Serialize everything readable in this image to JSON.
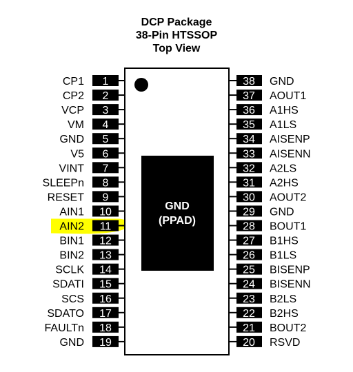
{
  "title": {
    "line1": "DCP Package",
    "line2": "38-Pin HTSSOP",
    "line3": "Top View"
  },
  "thermal_pad": {
    "line1": "GND",
    "line2": "(PPAD)"
  },
  "highlight_color": "#ffff00",
  "highlighted_pin": 11,
  "left_pins": [
    {
      "num": "1",
      "label": "CP1"
    },
    {
      "num": "2",
      "label": "CP2"
    },
    {
      "num": "3",
      "label": "VCP"
    },
    {
      "num": "4",
      "label": "VM"
    },
    {
      "num": "5",
      "label": "GND"
    },
    {
      "num": "6",
      "label": "V5"
    },
    {
      "num": "7",
      "label": "VINT"
    },
    {
      "num": "8",
      "label": "SLEEPn"
    },
    {
      "num": "9",
      "label": "RESET"
    },
    {
      "num": "10",
      "label": "AIN1"
    },
    {
      "num": "11",
      "label": "AIN2"
    },
    {
      "num": "12",
      "label": "BIN1"
    },
    {
      "num": "13",
      "label": "BIN2"
    },
    {
      "num": "14",
      "label": "SCLK"
    },
    {
      "num": "15",
      "label": "SDATI"
    },
    {
      "num": "16",
      "label": "SCS"
    },
    {
      "num": "17",
      "label": "SDATO"
    },
    {
      "num": "18",
      "label": "FAULTn"
    },
    {
      "num": "19",
      "label": "GND"
    }
  ],
  "right_pins": [
    {
      "num": "38",
      "label": "GND"
    },
    {
      "num": "37",
      "label": "AOUT1"
    },
    {
      "num": "36",
      "label": "A1HS"
    },
    {
      "num": "35",
      "label": "A1LS"
    },
    {
      "num": "34",
      "label": "AISENP"
    },
    {
      "num": "33",
      "label": "AISENN"
    },
    {
      "num": "32",
      "label": "A2LS"
    },
    {
      "num": "31",
      "label": "A2HS"
    },
    {
      "num": "30",
      "label": "AOUT2"
    },
    {
      "num": "29",
      "label": "GND"
    },
    {
      "num": "28",
      "label": "BOUT1"
    },
    {
      "num": "27",
      "label": "B1HS"
    },
    {
      "num": "26",
      "label": "B1LS"
    },
    {
      "num": "25",
      "label": "BISENP"
    },
    {
      "num": "24",
      "label": "BISENN"
    },
    {
      "num": "23",
      "label": "B2LS"
    },
    {
      "num": "22",
      "label": "B2HS"
    },
    {
      "num": "21",
      "label": "BOUT2"
    },
    {
      "num": "20",
      "label": "RSVD"
    }
  ]
}
